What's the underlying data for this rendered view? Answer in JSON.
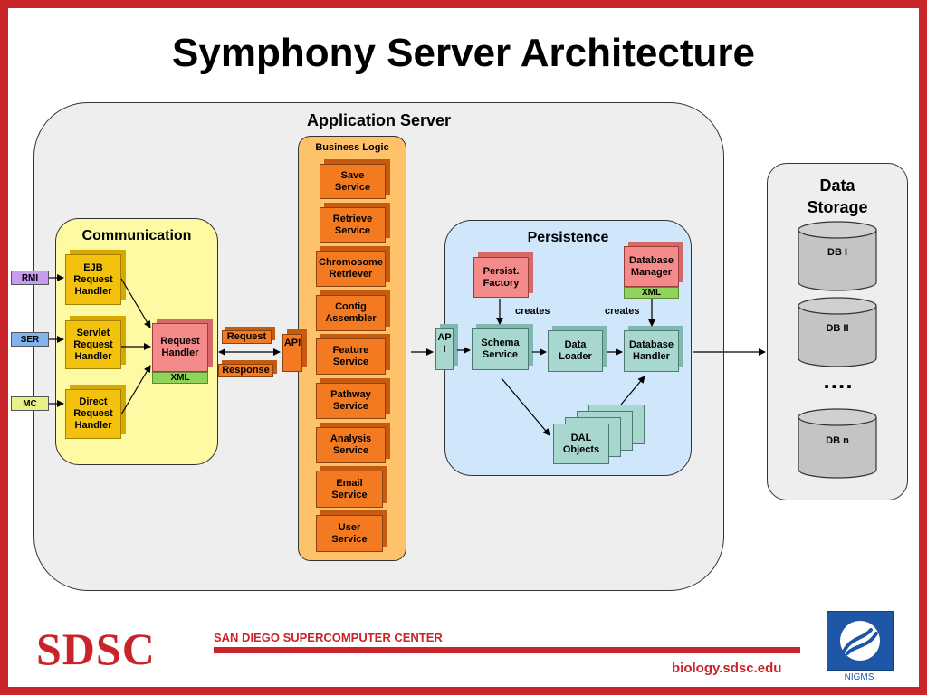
{
  "title": "Symphony Server Architecture",
  "app_server": {
    "label": "Application Server",
    "communication": {
      "label": "Communication",
      "handlers": [
        "EJB\nRequest\nHandler",
        "Servlet\nRequest\nHandler",
        "Direct\nRequest\nHandler"
      ],
      "request_handler": "Request\nHandler",
      "xml": "XML"
    },
    "clients": [
      "RMI",
      "SER",
      "MC"
    ],
    "request": "Request",
    "response": "Response",
    "api": "API",
    "business_logic": {
      "label": "Business Logic",
      "services": [
        "Save\nService",
        "Retrieve\nService",
        "Chromosome\nRetriever",
        "Contig\nAssembler",
        "Feature\nService",
        "Pathway\nService",
        "Analysis\nService",
        "Email\nService",
        "User\nService"
      ]
    },
    "persistence": {
      "label": "Persistence",
      "api": "AP\nI",
      "persist_factory": "Persist.\nFactory",
      "database_manager": "Database\nManager",
      "xml": "XML",
      "creates_1": "creates",
      "creates_2": "creates",
      "schema_service": "Schema\nService",
      "data_loader": "Data\nLoader",
      "database_handler": "Database\nHandler",
      "dal_objects": "DAL\nObjects"
    }
  },
  "data_storage": {
    "label": "Data\nStorage",
    "dbs": [
      "DB I",
      "DB II",
      "DB n"
    ],
    "ellipsis": "…."
  },
  "footer": {
    "logo": "SDSC",
    "center": "SAN DIEGO SUPERCOMPUTER CENTER",
    "url": "biology.sdsc.edu",
    "nigms": "NIGMS"
  },
  "colors": {
    "frame": "#c8242a",
    "orange": "#f47a22",
    "yellow": "#f2c20e",
    "pink": "#f48a8a",
    "teal": "#a7d7cf",
    "green": "#8fd35a"
  }
}
